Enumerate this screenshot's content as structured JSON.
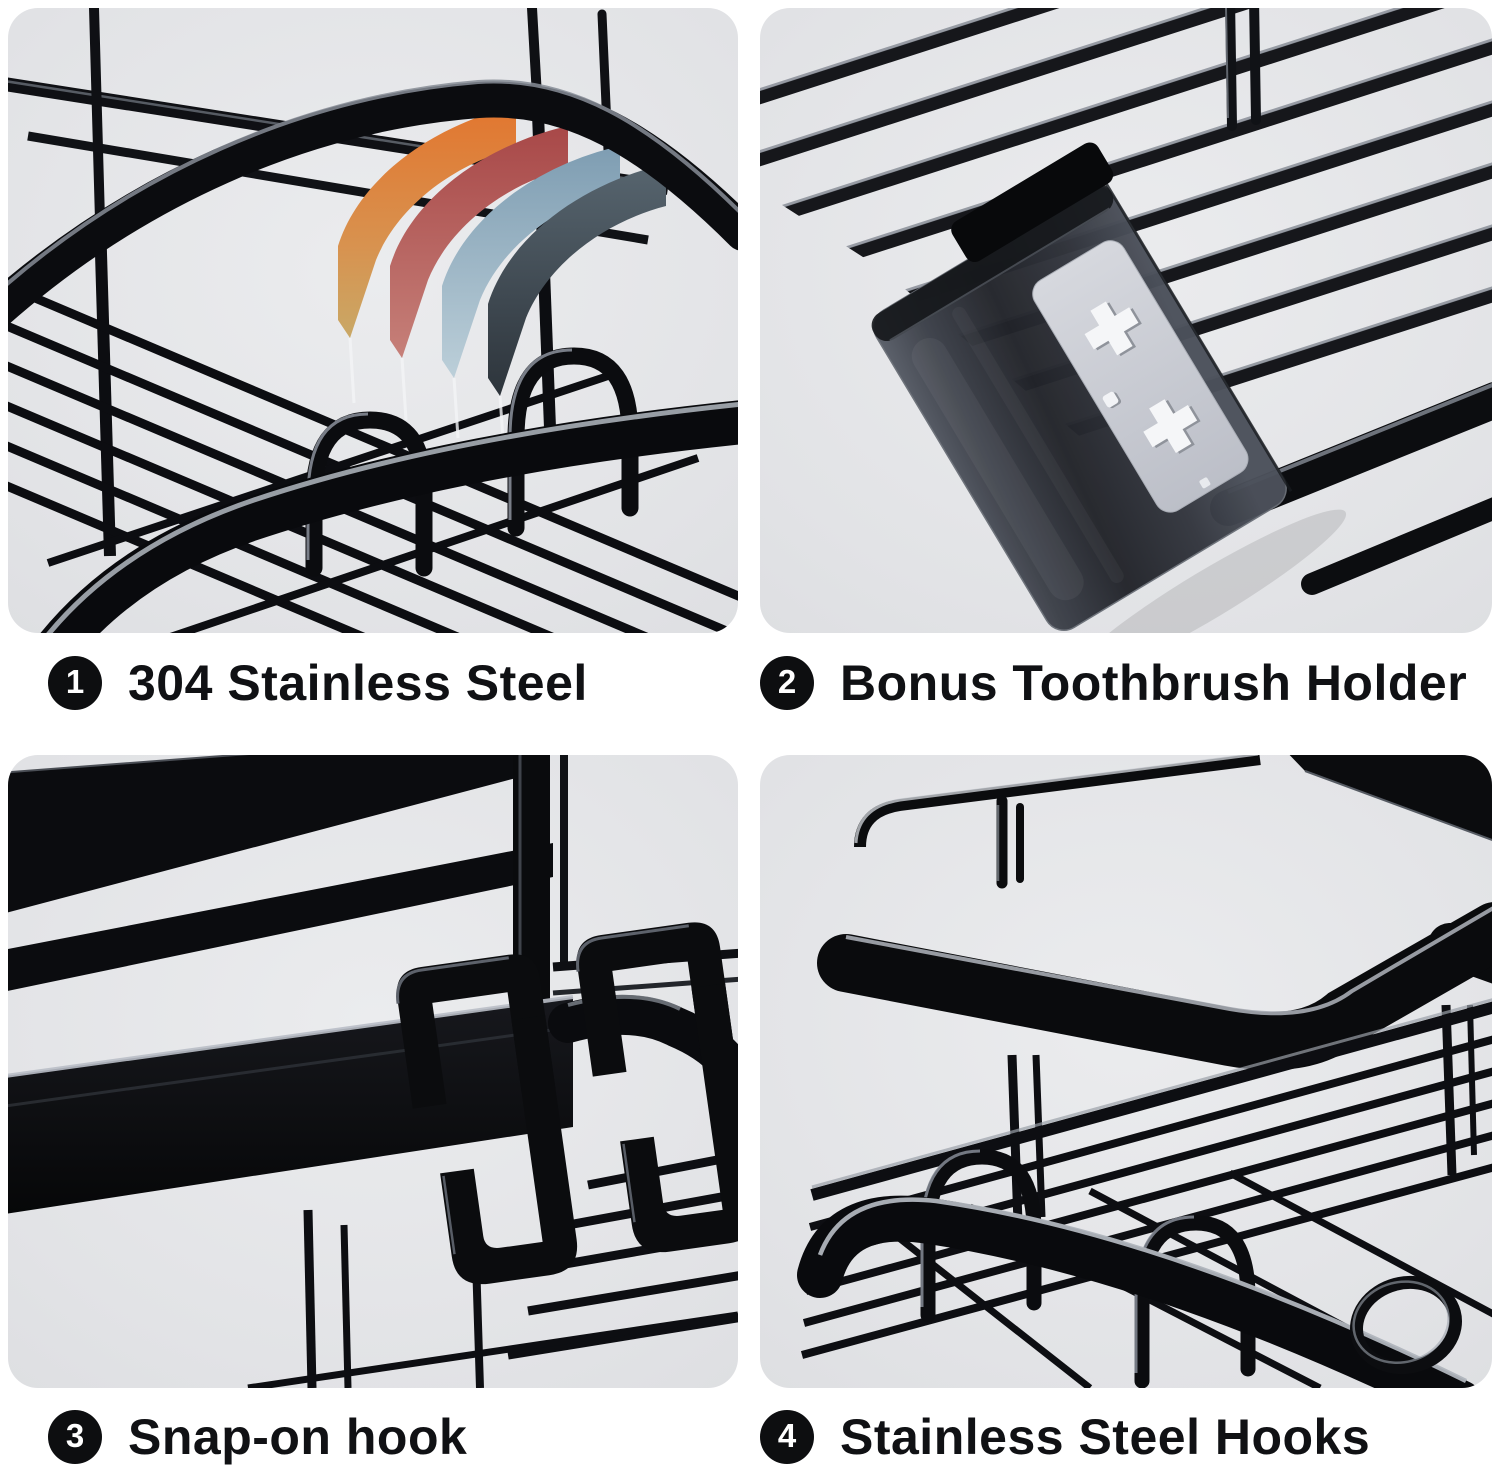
{
  "page": {
    "background": "#ffffff",
    "panel_background": "#e2e3e6",
    "badge_background": "#0d0e10",
    "text_color": "#101114"
  },
  "features": [
    {
      "number": "1",
      "label": "304 Stainless Steel",
      "photo": "black-wire-basket-corner-with-steel-layer-fan"
    },
    {
      "number": "2",
      "label": "Bonus Toothbrush Holder",
      "photo": "translucent-toothbrush-holder-cup-hanging-on-rack"
    },
    {
      "number": "3",
      "label": "Snap-on hook",
      "photo": "two-black-snap-on-hooks-on-flat-bar"
    },
    {
      "number": "4",
      "label": "Stainless Steel Hooks",
      "photo": "two-tier-basket-with-curved-wire-hooks"
    }
  ],
  "steel_layer_colors": [
    "#d9722f",
    "#b25252",
    "#87a2b4",
    "#4f5b66",
    "#141519"
  ],
  "toothbrush_holder_label": {
    "background": "#cdd0d8",
    "marks": [
      "plus-icon",
      "plus-icon",
      "small-square-dot"
    ]
  }
}
